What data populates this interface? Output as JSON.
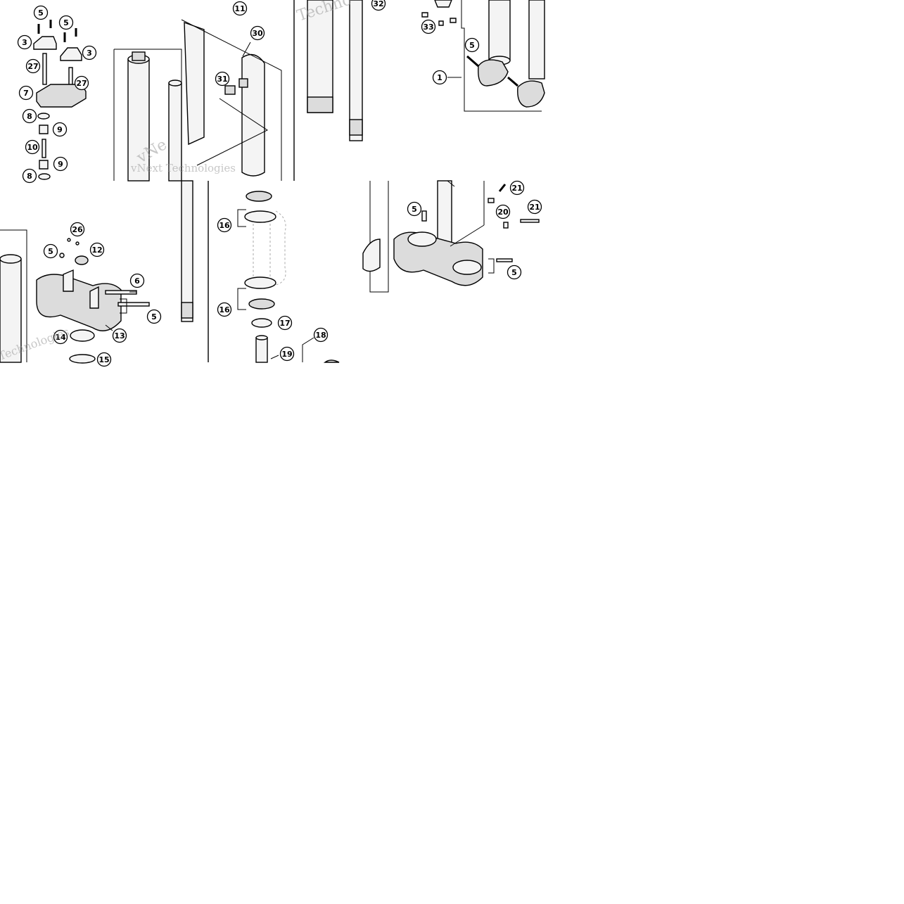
{
  "callouts": [
    "1",
    "3",
    "5",
    "6",
    "7",
    "8",
    "9",
    "10",
    "11",
    "12",
    "13",
    "14",
    "15",
    "16",
    "17",
    "18",
    "19",
    "20",
    "21",
    "26",
    "27",
    "30",
    "31",
    "32",
    "33"
  ],
  "watermark": {
    "line1": "vNext Technologies",
    "line2": "Techno",
    "line3": "Technologies",
    "line4": "vNe"
  }
}
